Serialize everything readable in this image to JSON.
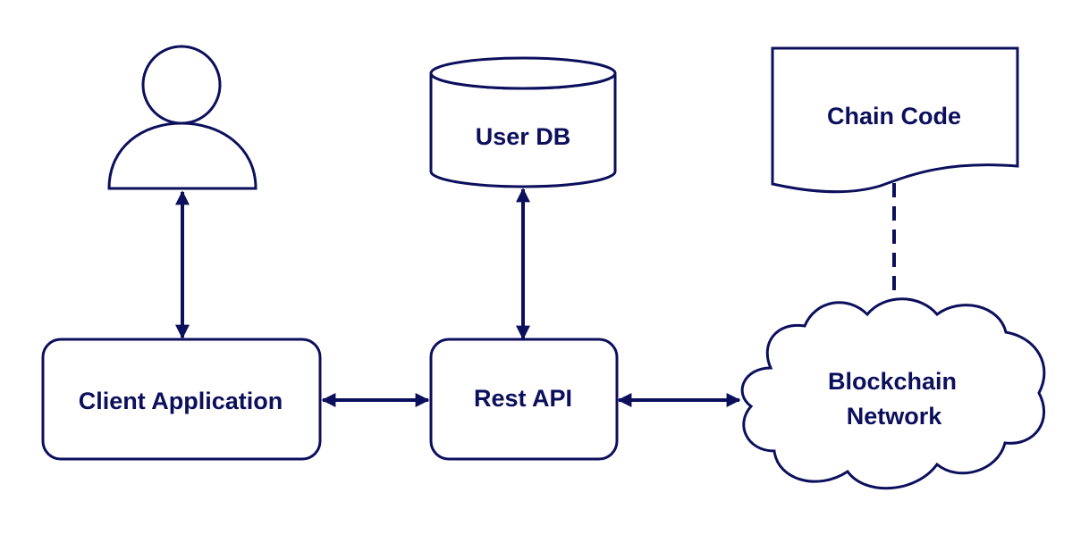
{
  "diagram": {
    "nodes": {
      "user": {
        "label": ""
      },
      "client_app": {
        "label": "Client Application"
      },
      "rest_api": {
        "label": "Rest API"
      },
      "user_db": {
        "label": "User DB"
      },
      "chain_code": {
        "label": "Chain Code"
      },
      "blockchain_network": {
        "line1": "Blockchain",
        "line2": "Network"
      }
    },
    "edges": [
      {
        "from": "user",
        "to": "client_app",
        "style": "solid",
        "direction": "both"
      },
      {
        "from": "client_app",
        "to": "rest_api",
        "style": "solid",
        "direction": "both"
      },
      {
        "from": "rest_api",
        "to": "user_db",
        "style": "solid",
        "direction": "both"
      },
      {
        "from": "rest_api",
        "to": "blockchain_network",
        "style": "solid",
        "direction": "both"
      },
      {
        "from": "chain_code",
        "to": "blockchain_network",
        "style": "dashed",
        "direction": "none"
      }
    ],
    "colors": {
      "stroke": "#0c0f5c",
      "text": "#0c0f5c",
      "background": "#ffffff"
    }
  }
}
